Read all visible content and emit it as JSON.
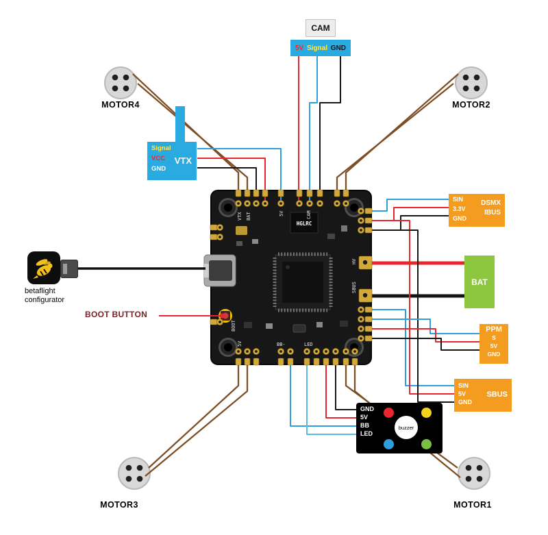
{
  "colors": {
    "wire_brown": "#7d4e24",
    "wire_red": "#e8262d",
    "wire_blue": "#2e9fdc",
    "wire_black": "#151515",
    "box_blue": "#29abe2",
    "box_orange": "#f39c1f",
    "box_green": "#8dc63f",
    "pad_gold": "#d2a93a",
    "pcb": "#171717"
  },
  "cam_module": {
    "title": "CAM",
    "pin_5v": "5V",
    "pin_signal": "Signal",
    "pin_gnd": "GND"
  },
  "vtx_module": {
    "title": "VTX",
    "pin_signal": "Signal",
    "pin_vcc": "VCC",
    "pin_gnd": "GND"
  },
  "motors": {
    "m4": "MOTOR4",
    "m2": "MOTOR2",
    "m3": "MOTOR3",
    "m1": "MOTOR1"
  },
  "usb_link": {
    "line1": "betaflight",
    "line2": "configurator"
  },
  "boot": {
    "label": "BOOT BUTTON"
  },
  "receiver_top": {
    "pin_sin": "SIN",
    "pin_3v3": "3.3V",
    "pin_gnd": "GND",
    "type1": "DSMX",
    "type2": "IBUS"
  },
  "battery": {
    "label": "BAT"
  },
  "ppm": {
    "title": "PPM",
    "pin_s": "S",
    "pin_5v": "5V",
    "pin_gnd": "GND"
  },
  "receiver_bottom": {
    "pin_sin": "SIN",
    "pin_5v": "5V",
    "pin_gnd": "GND",
    "type": "SBUS"
  },
  "buzzer": {
    "pin_gnd": "GND",
    "pin_5v": "5V",
    "pin_bb": "BB",
    "pin_led": "LED",
    "label": "buzzer"
  },
  "board": {
    "brand": "HGLRC",
    "silk_vtx": "VTX",
    "silk_bat": "BAT",
    "silk_5v_top": "5V",
    "silk_cam": "CAM",
    "silk_sbus": "SBUS",
    "silk_hv": "HV",
    "silk_boot": "BOOT",
    "silk_5v_bottom": "5V",
    "silk_bb": "BB-",
    "silk_led": "LED"
  }
}
